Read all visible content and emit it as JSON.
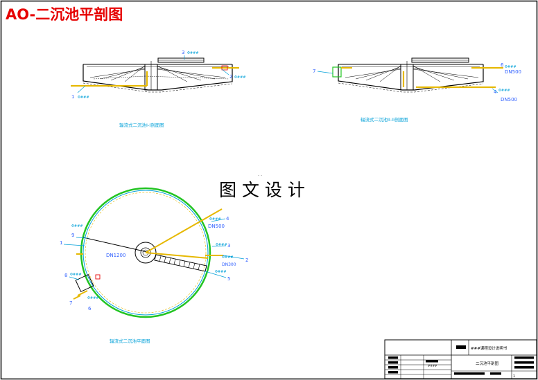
{
  "page_title": "AO-二沉池平剖图",
  "watermark": "图 文 设 计",
  "colors": {
    "title": "#e60000",
    "frame": "#000000",
    "yellow_pipe": "#e6b800",
    "cyan": "#00a0d8",
    "green": "#22c422",
    "red_mark": "#e60000",
    "blue_label": "#3060ff",
    "structure": "#000000"
  },
  "section_top_left": {
    "caption": "辐流式二沉池I-I剖面图",
    "labels": {
      "l1": "1",
      "l2": "2",
      "l3": "3"
    },
    "tags": {
      "t1": "Φ###",
      "t2": "Φ###",
      "t3": "Φ###"
    }
  },
  "section_top_right": {
    "caption": "辐流式二沉池II-II剖面图",
    "labels": {
      "l4": "4",
      "l6": "6",
      "l7": "7"
    },
    "dn_labels": {
      "upper": "DN500",
      "lower": "DN500"
    },
    "tags": {
      "t4": "Φ###",
      "t6": "Φ###"
    }
  },
  "plan_view": {
    "caption": "辐流式二沉池平面图",
    "labels": {
      "l1": "1",
      "l2": "2",
      "l3": "3",
      "l4": "4",
      "l5": "5",
      "l6": "6",
      "l7": "7",
      "l8": "8",
      "l9": "9"
    },
    "dn_labels": {
      "d1": "DN500",
      "d2": "DN1200",
      "d3": "DN300"
    },
    "tags": {
      "t1": "Φ###",
      "t2": "Φ###",
      "t3": "Φ###",
      "t4": "Φ###",
      "t5": "Φ###",
      "t6": "Φ###",
      "t7": "Φ###"
    }
  },
  "title_block": {
    "design_org": "###课程设计说明书",
    "drawing_name": "二沉池平剖图",
    "stamp": "####",
    "sheet_no": "1"
  }
}
